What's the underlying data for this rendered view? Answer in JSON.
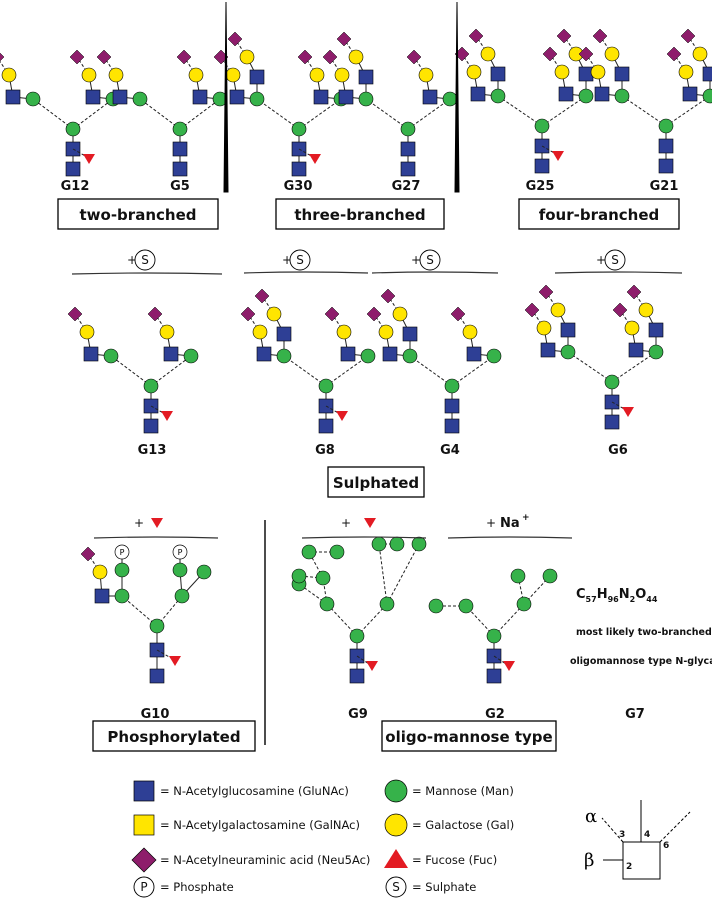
{
  "colors": {
    "glcnac": "#2e3f95",
    "galnac": "#ffe500",
    "neu5ac": "#8e1d6b",
    "mannose": "#36b24a",
    "galactose": "#ffe500",
    "fucose": "#e31b23"
  },
  "labels": {
    "g12": "G12",
    "g5": "G5",
    "g30": "G30",
    "g27": "G27",
    "g25": "G25",
    "g21": "G21",
    "g13": "G13",
    "g8": "G8",
    "g4": "G4",
    "g6": "G6",
    "g10": "G10",
    "g9": "G9",
    "g2": "G2",
    "g7": "G7"
  },
  "categories": {
    "two_branched": "two-branched",
    "three_branched": "three-branched",
    "four_branched": "four-branched",
    "sulphated": "Sulphated",
    "phosphorylated": "Phosphorylated",
    "oligo_mannose": "oligo-mannose type"
  },
  "modifiers": {
    "plus": "+",
    "sulphate_symbol": "S",
    "phosphate_symbol": "P",
    "na": "Na",
    "na_charge": "+"
  },
  "g7": {
    "formula": {
      "c": "C",
      "c_n": "57",
      "h": "H",
      "h_n": "96",
      "n": "N",
      "n_n": "2",
      "o": "O",
      "o_n": "44"
    },
    "line1": "most likely  two-branched",
    "line2": "oligomannose type N-glycan"
  },
  "legend": {
    "glcnac": "= N-Acetylglucosamine (GluNAc)",
    "galnac": "= N-Acetylgalactosamine (GalNAc)",
    "neu5ac": "= N-Acetylneuraminic acid (Neu5Ac)",
    "phosphate": "= Phosphate",
    "mannose": "= Mannose (Man)",
    "galactose": "= Galactose (Gal)",
    "fucose": "= Fucose (Fuc)",
    "sulphate": "= Sulphate"
  },
  "linkage_key": {
    "alpha": "α",
    "beta": "β",
    "pos2": "2",
    "pos3": "3",
    "pos4": "4",
    "pos6": "6"
  }
}
